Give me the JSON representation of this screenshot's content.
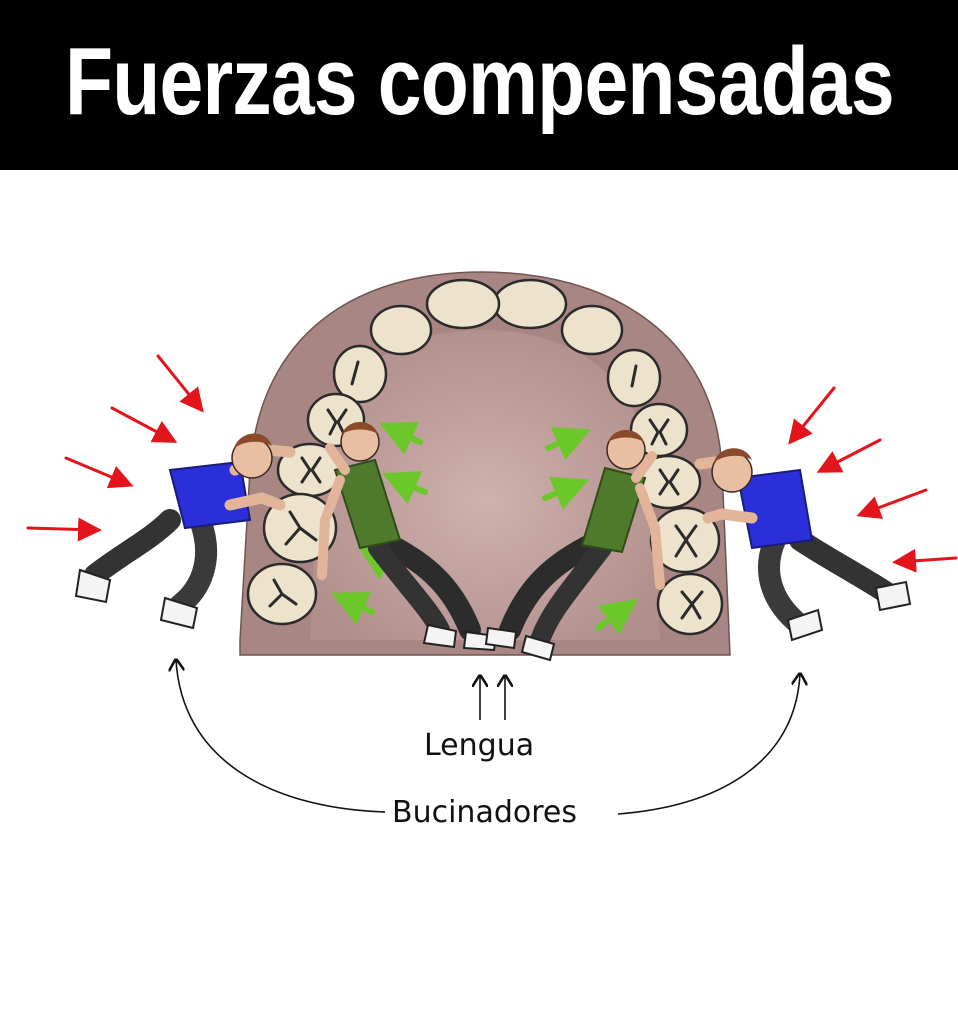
{
  "header": {
    "title": "Fuerzas compensadas"
  },
  "labels": {
    "tongue": "Lengua",
    "buccinators": "Bucinadores"
  },
  "colors": {
    "header_bg": "#000000",
    "title_text": "#ffffff",
    "inward_force_arrows": "#e3141c",
    "outward_force_arrows": "#6cc82a",
    "gum": "#a88684",
    "palate": "#c9a9a6",
    "tooth": "#ede3cc",
    "blue_shirt": "#2b2fd9",
    "green_shirt": "#4f7a2c"
  },
  "figures": [
    {
      "id": "left-buccinator-man",
      "shirt": "blue-shirt",
      "role": "pushing inward"
    },
    {
      "id": "left-tongue-man",
      "shirt": "green-shirt",
      "role": "pushing outward"
    },
    {
      "id": "right-tongue-man",
      "shirt": "green-shirt",
      "role": "pushing outward"
    },
    {
      "id": "right-buccinator-man",
      "shirt": "blue-shirt",
      "role": "pushing inward"
    }
  ]
}
